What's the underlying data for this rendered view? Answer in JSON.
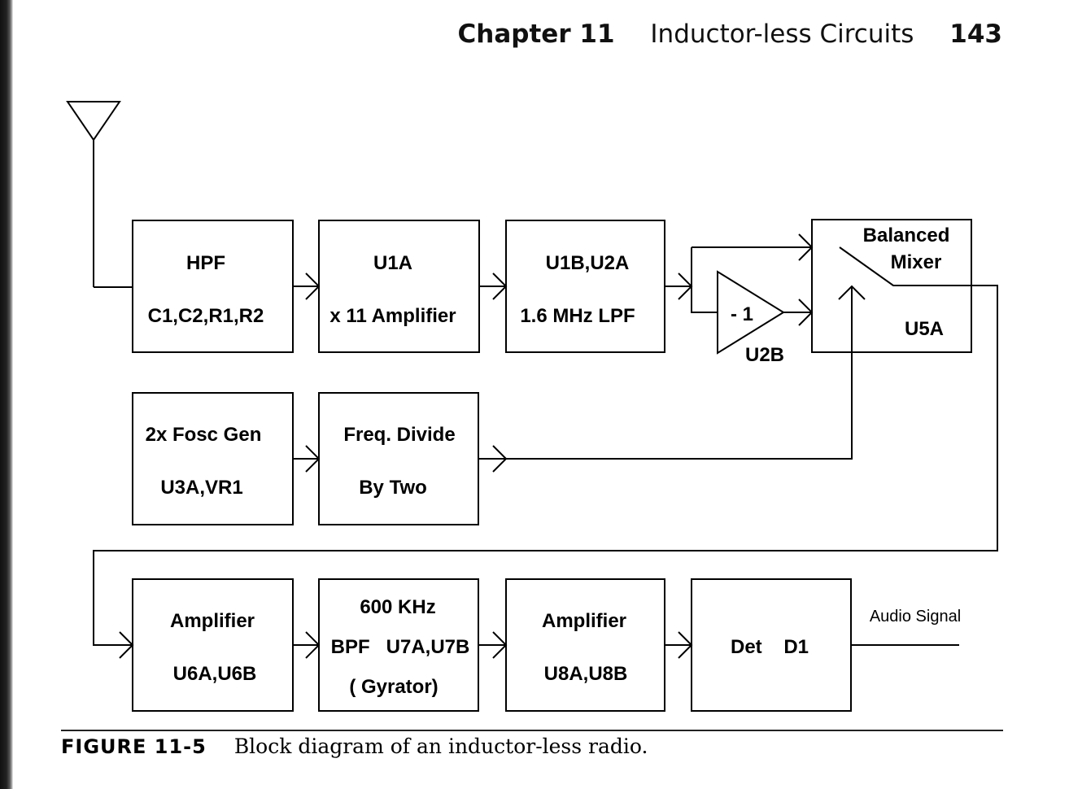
{
  "header": {
    "chapter": "Chapter 11",
    "title": "Inductor-less Circuits",
    "page": "143"
  },
  "blocks": {
    "hpf": [
      "HPF",
      "C1,C2,R1,R2"
    ],
    "u1a": [
      "U1A",
      "x 11 Amplifier"
    ],
    "lpf": [
      "U1B,U2A",
      "1.6 MHz LPF"
    ],
    "mixer": [
      "Balanced",
      "Mixer",
      "U5A"
    ],
    "inverter": [
      "- 1",
      "U2B"
    ],
    "osc": [
      "2x Fosc Gen",
      "U3A,VR1"
    ],
    "divider": [
      "Freq. Divide",
      "By Two"
    ],
    "amp1": [
      "Amplifier",
      "U6A,U6B"
    ],
    "bpf": [
      "600 KHz",
      "BPF   U7A,U7B",
      "( Gyrator)"
    ],
    "amp2": [
      "Amplifier",
      "U8A,U8B"
    ],
    "det": [
      "Det    D1"
    ]
  },
  "output_label": "Audio Signal",
  "caption": {
    "figure": "FIGURE 11-5",
    "text": "Block diagram of an inductor-less radio."
  }
}
